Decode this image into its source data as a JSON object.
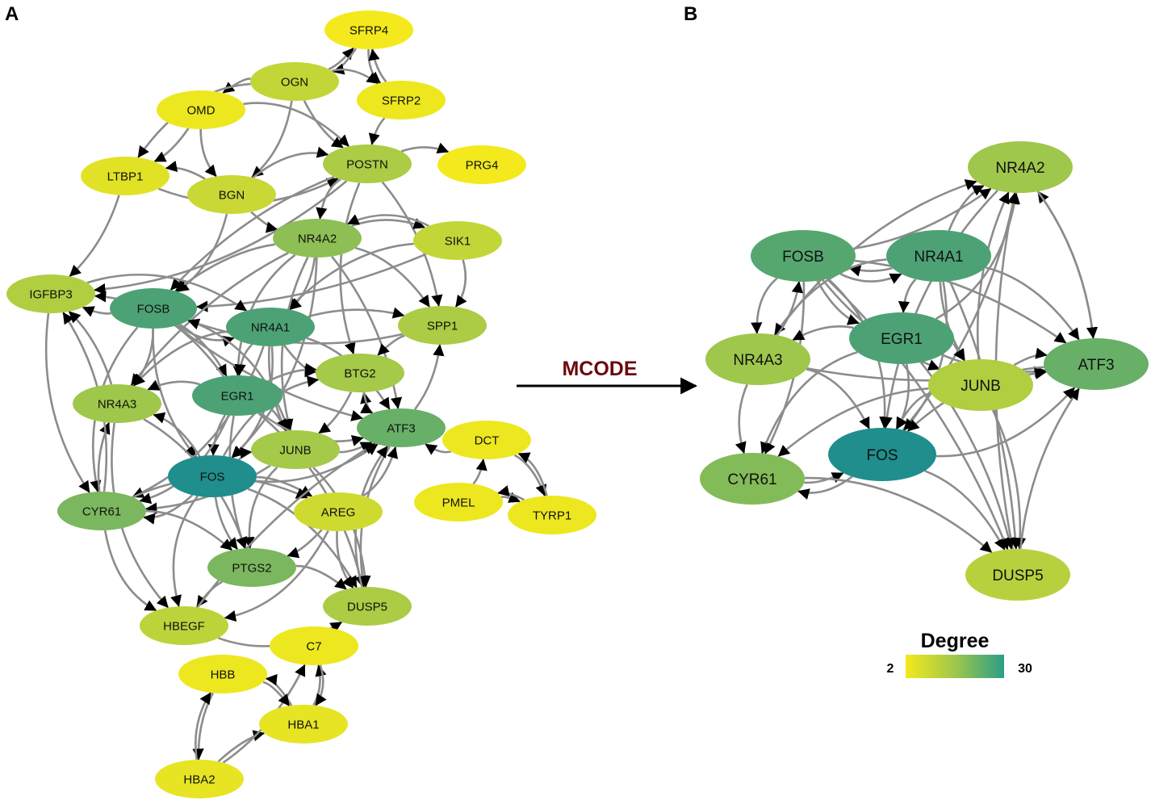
{
  "panels": {
    "a": "A",
    "b": "B"
  },
  "arrow_label": "MCODE",
  "legend": {
    "title": "Degree",
    "min": "2",
    "max": "30",
    "colors": [
      "#f3e91c",
      "#9fc74b",
      "#2c9e88"
    ]
  },
  "degree_colors": {
    "low": "#f3e91c",
    "mid": "#9fc74b",
    "high": "#1f8e8c"
  },
  "graph_a": {
    "nodes": [
      {
        "id": "SFRP4",
        "degree": 2
      },
      {
        "id": "OGN",
        "degree": 10
      },
      {
        "id": "SFRP2",
        "degree": 3
      },
      {
        "id": "OMD",
        "degree": 3
      },
      {
        "id": "POSTN",
        "degree": 14
      },
      {
        "id": "PRG4",
        "degree": 2
      },
      {
        "id": "LTBP1",
        "degree": 5
      },
      {
        "id": "BGN",
        "degree": 9
      },
      {
        "id": "NR4A2",
        "degree": 18
      },
      {
        "id": "SIK1",
        "degree": 10
      },
      {
        "id": "IGFBP3",
        "degree": 13
      },
      {
        "id": "FOSB",
        "degree": 25
      },
      {
        "id": "NR4A1",
        "degree": 25
      },
      {
        "id": "SPP1",
        "degree": 14
      },
      {
        "id": "BTG2",
        "degree": 15
      },
      {
        "id": "NR4A3",
        "degree": 16
      },
      {
        "id": "EGR1",
        "degree": 25
      },
      {
        "id": "ATF3",
        "degree": 22
      },
      {
        "id": "DCT",
        "degree": 3
      },
      {
        "id": "JUNB",
        "degree": 15
      },
      {
        "id": "FOS",
        "degree": 30
      },
      {
        "id": "PMEL",
        "degree": 3
      },
      {
        "id": "TYRP1",
        "degree": 3
      },
      {
        "id": "CYR61",
        "degree": 20
      },
      {
        "id": "AREG",
        "degree": 8
      },
      {
        "id": "PTGS2",
        "degree": 20
      },
      {
        "id": "DUSP5",
        "degree": 14
      },
      {
        "id": "HBEGF",
        "degree": 11
      },
      {
        "id": "C7",
        "degree": 3
      },
      {
        "id": "HBB",
        "degree": 3
      },
      {
        "id": "HBA1",
        "degree": 4
      },
      {
        "id": "HBA2",
        "degree": 4
      }
    ],
    "edges": [
      [
        "OGN",
        "SFRP4"
      ],
      [
        "SFRP4",
        "OGN"
      ],
      [
        "SFRP4",
        "SFRP2"
      ],
      [
        "SFRP2",
        "SFRP4"
      ],
      [
        "OGN",
        "OMD"
      ],
      [
        "OGN",
        "SFRP2"
      ],
      [
        "OGN",
        "POSTN"
      ],
      [
        "OGN",
        "BGN"
      ],
      [
        "OGN",
        "LTBP1"
      ],
      [
        "OMD",
        "LTBP1"
      ],
      [
        "OMD",
        "BGN"
      ],
      [
        "OMD",
        "POSTN"
      ],
      [
        "SFRP2",
        "POSTN"
      ],
      [
        "POSTN",
        "PRG4"
      ],
      [
        "LTBP1",
        "POSTN"
      ],
      [
        "LTBP1",
        "IGFBP3"
      ],
      [
        "BGN",
        "LTBP1"
      ],
      [
        "BGN",
        "POSTN"
      ],
      [
        "BGN",
        "NR4A2"
      ],
      [
        "BGN",
        "FOSB"
      ],
      [
        "POSTN",
        "NR4A2"
      ],
      [
        "POSTN",
        "SPP1"
      ],
      [
        "POSTN",
        "BTG2"
      ],
      [
        "POSTN",
        "IGFBP3"
      ],
      [
        "POSTN",
        "FOSB"
      ],
      [
        "NR4A2",
        "SIK1"
      ],
      [
        "SIK1",
        "NR4A2"
      ],
      [
        "SIK1",
        "FOSB"
      ],
      [
        "SIK1",
        "NR4A1"
      ],
      [
        "SIK1",
        "SPP1"
      ],
      [
        "NR4A2",
        "FOSB"
      ],
      [
        "NR4A2",
        "NR4A1"
      ],
      [
        "NR4A2",
        "EGR1"
      ],
      [
        "NR4A2",
        "ATF3"
      ],
      [
        "NR4A2",
        "JUNB"
      ],
      [
        "NR4A2",
        "FOS"
      ],
      [
        "NR4A2",
        "NR4A3"
      ],
      [
        "NR4A2",
        "SPP1"
      ],
      [
        "FOSB",
        "NR4A1"
      ],
      [
        "FOSB",
        "EGR1"
      ],
      [
        "FOSB",
        "FOS"
      ],
      [
        "FOSB",
        "JUNB"
      ],
      [
        "FOSB",
        "ATF3"
      ],
      [
        "FOSB",
        "NR4A3"
      ],
      [
        "FOSB",
        "CYR61"
      ],
      [
        "FOSB",
        "IGFBP3"
      ],
      [
        "NR4A1",
        "EGR1"
      ],
      [
        "NR4A1",
        "FOS"
      ],
      [
        "NR4A1",
        "JUNB"
      ],
      [
        "NR4A1",
        "ATF3"
      ],
      [
        "NR4A1",
        "BTG2"
      ],
      [
        "NR4A1",
        "SPP1"
      ],
      [
        "NR4A1",
        "NR4A3"
      ],
      [
        "NR4A1",
        "CYR61"
      ],
      [
        "EGR1",
        "FOS"
      ],
      [
        "EGR1",
        "JUNB"
      ],
      [
        "EGR1",
        "ATF3"
      ],
      [
        "EGR1",
        "BTG2"
      ],
      [
        "EGR1",
        "NR4A3"
      ],
      [
        "EGR1",
        "CYR61"
      ],
      [
        "EGR1",
        "PTGS2"
      ],
      [
        "EGR1",
        "DUSP5"
      ],
      [
        "EGR1",
        "IGFBP3"
      ],
      [
        "FOS",
        "JUNB"
      ],
      [
        "FOS",
        "ATF3"
      ],
      [
        "FOS",
        "CYR61"
      ],
      [
        "FOS",
        "PTGS2"
      ],
      [
        "FOS",
        "DUSP5"
      ],
      [
        "FOS",
        "HBEGF"
      ],
      [
        "FOS",
        "AREG"
      ],
      [
        "FOS",
        "NR4A3"
      ],
      [
        "FOS",
        "BTG2"
      ],
      [
        "JUNB",
        "ATF3"
      ],
      [
        "JUNB",
        "DUSP5"
      ],
      [
        "JUNB",
        "PTGS2"
      ],
      [
        "JUNB",
        "CYR61"
      ],
      [
        "ATF3",
        "DUSP5"
      ],
      [
        "ATF3",
        "BTG2"
      ],
      [
        "ATF3",
        "SPP1"
      ],
      [
        "CYR61",
        "PTGS2"
      ],
      [
        "CYR61",
        "HBEGF"
      ],
      [
        "CYR61",
        "NR4A3"
      ],
      [
        "CYR61",
        "IGFBP3"
      ],
      [
        "CYR61",
        "AREG"
      ],
      [
        "NR4A3",
        "IGFBP3"
      ],
      [
        "NR4A3",
        "PTGS2"
      ],
      [
        "NR4A3",
        "HBEGF"
      ],
      [
        "AREG",
        "PTGS2"
      ],
      [
        "AREG",
        "DUSP5"
      ],
      [
        "AREG",
        "HBEGF"
      ],
      [
        "PTGS2",
        "HBEGF"
      ],
      [
        "PTGS2",
        "DUSP5"
      ],
      [
        "HBEGF",
        "DUSP5"
      ],
      [
        "HBEGF",
        "ATF3"
      ],
      [
        "IGFBP3",
        "CYR61"
      ],
      [
        "IGFBP3",
        "NR4A1"
      ],
      [
        "SPP1",
        "BTG2"
      ],
      [
        "SPP1",
        "FOSB"
      ],
      [
        "BTG2",
        "ATF3"
      ],
      [
        "BTG2",
        "JUNB"
      ],
      [
        "AREG",
        "ATF3"
      ],
      [
        "DUSP5",
        "ATF3"
      ],
      [
        "PMEL",
        "DCT"
      ],
      [
        "DCT",
        "TYRP1"
      ],
      [
        "TYRP1",
        "DCT"
      ],
      [
        "PMEL",
        "TYRP1"
      ],
      [
        "TYRP1",
        "PMEL"
      ],
      [
        "DCT",
        "ATF3"
      ],
      [
        "HBB",
        "HBA2"
      ],
      [
        "HBA2",
        "HBB"
      ],
      [
        "HBA1",
        "HBB"
      ],
      [
        "HBA2",
        "HBA1"
      ],
      [
        "HBA1",
        "C7"
      ],
      [
        "C7",
        "HBA1"
      ],
      [
        "HBA2",
        "C7"
      ],
      [
        "HBB",
        "HBA1"
      ]
    ]
  },
  "graph_b": {
    "nodes": [
      {
        "id": "NR4A2",
        "degree": 16
      },
      {
        "id": "FOSB",
        "degree": 24
      },
      {
        "id": "NR4A1",
        "degree": 25
      },
      {
        "id": "EGR1",
        "degree": 25
      },
      {
        "id": "NR4A3",
        "degree": 16
      },
      {
        "id": "ATF3",
        "degree": 22
      },
      {
        "id": "JUNB",
        "degree": 13
      },
      {
        "id": "FOS",
        "degree": 30
      },
      {
        "id": "CYR61",
        "degree": 19
      },
      {
        "id": "DUSP5",
        "degree": 12
      }
    ],
    "edges": [
      [
        "FOSB",
        "NR4A2"
      ],
      [
        "NR4A1",
        "NR4A2"
      ],
      [
        "EGR1",
        "NR4A2"
      ],
      [
        "JUNB",
        "NR4A2"
      ],
      [
        "FOS",
        "NR4A2"
      ],
      [
        "NR4A3",
        "NR4A2"
      ],
      [
        "ATF3",
        "NR4A2"
      ],
      [
        "DUSP5",
        "NR4A2"
      ],
      [
        "FOSB",
        "NR4A1"
      ],
      [
        "NR4A1",
        "FOSB"
      ],
      [
        "FOSB",
        "EGR1"
      ],
      [
        "FOSB",
        "FOS"
      ],
      [
        "FOSB",
        "JUNB"
      ],
      [
        "FOSB",
        "ATF3"
      ],
      [
        "FOSB",
        "NR4A3"
      ],
      [
        "FOSB",
        "CYR61"
      ],
      [
        "NR4A1",
        "EGR1"
      ],
      [
        "NR4A1",
        "FOS"
      ],
      [
        "NR4A1",
        "JUNB"
      ],
      [
        "NR4A1",
        "ATF3"
      ],
      [
        "NR4A1",
        "NR4A3"
      ],
      [
        "NR4A1",
        "DUSP5"
      ],
      [
        "EGR1",
        "NR4A3"
      ],
      [
        "EGR1",
        "JUNB"
      ],
      [
        "EGR1",
        "ATF3"
      ],
      [
        "EGR1",
        "FOS"
      ],
      [
        "EGR1",
        "CYR61"
      ],
      [
        "EGR1",
        "DUSP5"
      ],
      [
        "NR4A3",
        "CYR61"
      ],
      [
        "NR4A3",
        "FOS"
      ],
      [
        "NR4A3",
        "FOSB"
      ],
      [
        "JUNB",
        "ATF3"
      ],
      [
        "JUNB",
        "FOS"
      ],
      [
        "JUNB",
        "DUSP5"
      ],
      [
        "JUNB",
        "CYR61"
      ],
      [
        "FOS",
        "CYR61"
      ],
      [
        "CYR61",
        "FOS"
      ],
      [
        "FOS",
        "DUSP5"
      ],
      [
        "FOS",
        "ATF3"
      ],
      [
        "DUSP5",
        "ATF3"
      ],
      [
        "ATF3",
        "FOS"
      ],
      [
        "CYR61",
        "DUSP5"
      ],
      [
        "NR4A3",
        "ATF3"
      ],
      [
        "FOSB",
        "DUSP5"
      ],
      [
        "NR4A2",
        "FOS"
      ],
      [
        "NR4A2",
        "ATF3"
      ]
    ]
  }
}
